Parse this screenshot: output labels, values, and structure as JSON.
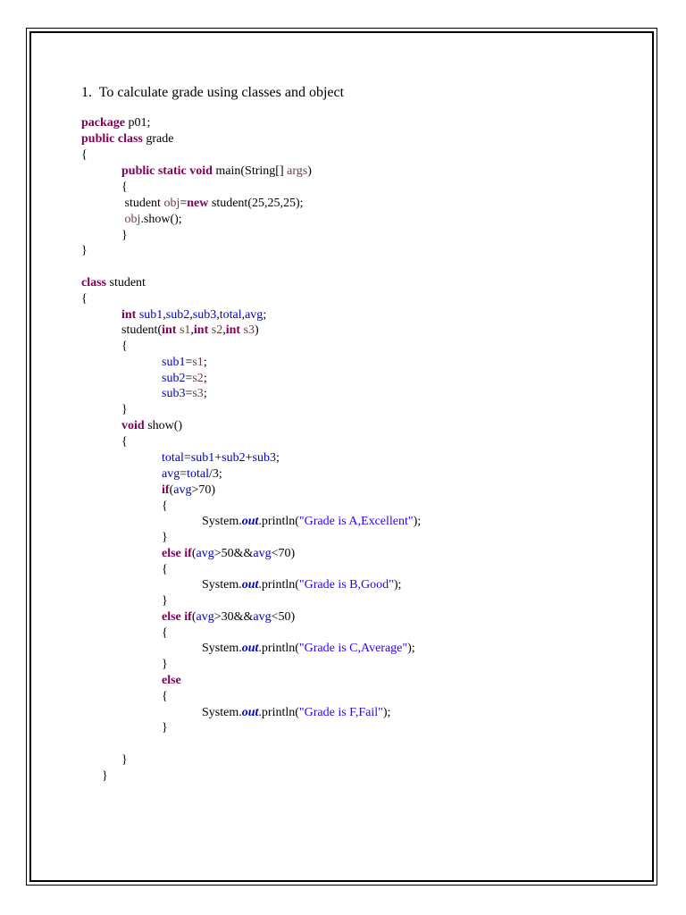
{
  "document": {
    "heading": {
      "number": "1.",
      "text": "To calculate grade using classes and object"
    },
    "code": [
      [
        [
          "kw",
          "package"
        ],
        [
          "t",
          " p01;"
        ]
      ],
      [
        [
          "kw",
          "public class"
        ],
        [
          "t",
          " grade"
        ]
      ],
      [
        [
          "t",
          "{"
        ]
      ],
      [
        [
          "kw",
          "public static void"
        ],
        [
          "t",
          " main(String[] "
        ],
        [
          "var",
          "args"
        ],
        [
          "t",
          ")"
        ]
      ],
      [
        [
          "t",
          "{"
        ]
      ],
      [
        [
          "t",
          " student "
        ],
        [
          "var",
          "obj"
        ],
        [
          "t",
          "="
        ],
        [
          "kw",
          "new"
        ],
        [
          "t",
          " student(25,25,25);"
        ]
      ],
      [
        [
          "t",
          " "
        ],
        [
          "var",
          "obj"
        ],
        [
          "t",
          ".show();"
        ]
      ],
      [
        [
          "t",
          "}"
        ]
      ],
      [
        [
          "t",
          "}"
        ]
      ],
      [
        [
          "kw",
          "class"
        ],
        [
          "t",
          " student"
        ]
      ],
      [
        [
          "t",
          "{"
        ]
      ],
      [
        [
          "kw",
          "int"
        ],
        [
          "t",
          " "
        ],
        [
          "fld",
          "sub1"
        ],
        [
          "t",
          ","
        ],
        [
          "fld",
          "sub2"
        ],
        [
          "t",
          ","
        ],
        [
          "fld",
          "sub3"
        ],
        [
          "t",
          ","
        ],
        [
          "fld",
          "total"
        ],
        [
          "t",
          ","
        ],
        [
          "fld",
          "avg"
        ],
        [
          "t",
          ";"
        ]
      ],
      [
        [
          "t",
          "student("
        ],
        [
          "kw",
          "int"
        ],
        [
          "t",
          " "
        ],
        [
          "var",
          "s1"
        ],
        [
          "t",
          ","
        ],
        [
          "kw",
          "int"
        ],
        [
          "t",
          " "
        ],
        [
          "var",
          "s2"
        ],
        [
          "t",
          ","
        ],
        [
          "kw",
          "int"
        ],
        [
          "t",
          " "
        ],
        [
          "var",
          "s3"
        ],
        [
          "t",
          ")"
        ]
      ],
      [
        [
          "t",
          "{"
        ]
      ],
      [
        [
          "fld",
          "sub1"
        ],
        [
          "t",
          "="
        ],
        [
          "var",
          "s1"
        ],
        [
          "t",
          ";"
        ]
      ],
      [
        [
          "fld",
          "sub2"
        ],
        [
          "t",
          "="
        ],
        [
          "var",
          "s2"
        ],
        [
          "t",
          ";"
        ]
      ],
      [
        [
          "fld",
          "sub3"
        ],
        [
          "t",
          "="
        ],
        [
          "var",
          "s3"
        ],
        [
          "t",
          ";"
        ]
      ],
      [
        [
          "t",
          "}"
        ]
      ],
      [
        [
          "kw",
          "void"
        ],
        [
          "t",
          " show()"
        ]
      ],
      [
        [
          "t",
          "{"
        ]
      ],
      [
        [
          "fld",
          "total"
        ],
        [
          "t",
          "="
        ],
        [
          "fld",
          "sub1"
        ],
        [
          "t",
          "+"
        ],
        [
          "fld",
          "sub2"
        ],
        [
          "t",
          "+"
        ],
        [
          "fld",
          "sub3"
        ],
        [
          "t",
          ";"
        ]
      ],
      [
        [
          "fld",
          "avg"
        ],
        [
          "t",
          "="
        ],
        [
          "fld",
          "total"
        ],
        [
          "t",
          "/3;"
        ]
      ],
      [
        [
          "kw",
          "if"
        ],
        [
          "t",
          "("
        ],
        [
          "fld",
          "avg"
        ],
        [
          "t",
          ">70)"
        ]
      ],
      [
        [
          "t",
          "{"
        ]
      ],
      [
        [
          "t",
          "System."
        ],
        [
          "sfld",
          "out"
        ],
        [
          "t",
          ".println("
        ],
        [
          "str",
          "\"Grade is A,Excellent\""
        ],
        [
          "t",
          ");"
        ]
      ],
      [
        [
          "t",
          "}"
        ]
      ],
      [
        [
          "kw",
          "else if"
        ],
        [
          "t",
          "("
        ],
        [
          "fld",
          "avg"
        ],
        [
          "t",
          ">50&&"
        ],
        [
          "fld",
          "avg"
        ],
        [
          "t",
          "<70)"
        ]
      ],
      [
        [
          "t",
          "{"
        ]
      ],
      [
        [
          "t",
          "System."
        ],
        [
          "sfld",
          "out"
        ],
        [
          "t",
          ".println("
        ],
        [
          "str",
          "\"Grade is B,Good\""
        ],
        [
          "t",
          ");"
        ]
      ],
      [
        [
          "t",
          "}"
        ]
      ],
      [
        [
          "kw",
          "else if"
        ],
        [
          "t",
          "("
        ],
        [
          "fld",
          "avg"
        ],
        [
          "t",
          ">30&&"
        ],
        [
          "fld",
          "avg"
        ],
        [
          "t",
          "<50)"
        ]
      ],
      [
        [
          "t",
          "{"
        ]
      ],
      [
        [
          "t",
          "System."
        ],
        [
          "sfld",
          "out"
        ],
        [
          "t",
          ".println("
        ],
        [
          "str",
          "\"Grade is C,Average\""
        ],
        [
          "t",
          ");"
        ]
      ],
      [
        [
          "t",
          "}"
        ]
      ],
      [
        [
          "kw",
          "else"
        ]
      ],
      [
        [
          "t",
          "{"
        ]
      ],
      [
        [
          "t",
          "System."
        ],
        [
          "sfld",
          "out"
        ],
        [
          "t",
          ".println("
        ],
        [
          "str",
          "\"Grade is F,Fail\""
        ],
        [
          "t",
          ");"
        ]
      ],
      [
        [
          "t",
          "}"
        ]
      ],
      [
        [
          "t",
          "}"
        ]
      ],
      [
        [
          "t",
          "}"
        ]
      ]
    ]
  }
}
